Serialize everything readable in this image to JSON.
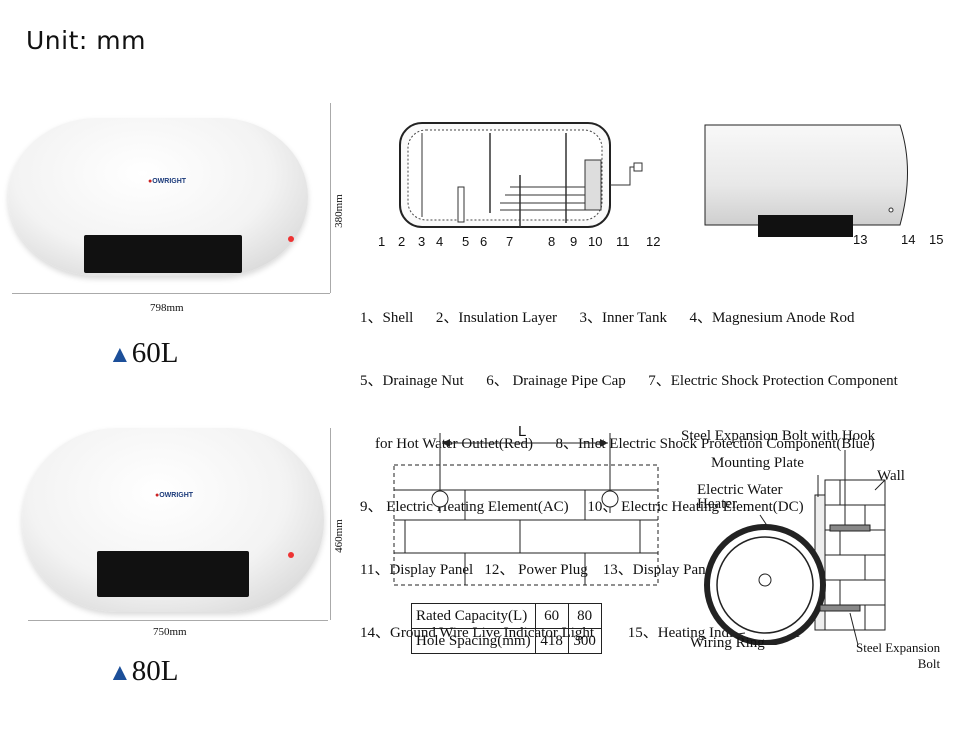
{
  "unit_label": "Unit: mm",
  "brand": "OWRIGHT",
  "heater_60": {
    "width": "798mm",
    "height": "380mm",
    "model": "60L"
  },
  "heater_80": {
    "width": "750mm",
    "height": "460mm",
    "model": "80L"
  },
  "part_numbers": [
    "1",
    "2",
    "3",
    "4",
    "5",
    "6",
    "7",
    "8",
    "9",
    "10",
    "11",
    "12"
  ],
  "side_numbers": [
    "13",
    "14",
    "15"
  ],
  "legend": [
    "1、Shell      2、Insulation Layer      3、Inner Tank      4、Magnesium Anode Rod",
    "5、Drainage Nut      6、 Drainage Pipe Cap      7、Electric Shock Protection Component",
    "    for Hot Water Outlet(Red)      8、Inlet Electric Shock Protection Component(Blue)",
    "9、 Electric Heating Element(AC)     10、 Electric Heating Element(DC)",
    "11、Display Panel   12、 Power Plug    13、Display Panel",
    "14、Ground Wire Live Indicator Light         15、Heating Indicator Light"
  ],
  "spacing_label": "L",
  "spec_table": {
    "rows": [
      {
        "label": "Rated Capacity(L)",
        "v1": "60",
        "v2": "80"
      },
      {
        "label": "Hole Spacing(mm)",
        "v1": "418",
        "v2": "300"
      }
    ]
  },
  "install_labels": {
    "bolt_hook": "Steel Expansion Bolt with Hook",
    "plate": "Mounting Plate",
    "wall": "Wall",
    "heater_line1": "Electric Water",
    "heater_line2": "Heater",
    "ring": "Wiring Ring",
    "bolt_line1": "Steel Expansion",
    "bolt_line2": "Bolt"
  }
}
